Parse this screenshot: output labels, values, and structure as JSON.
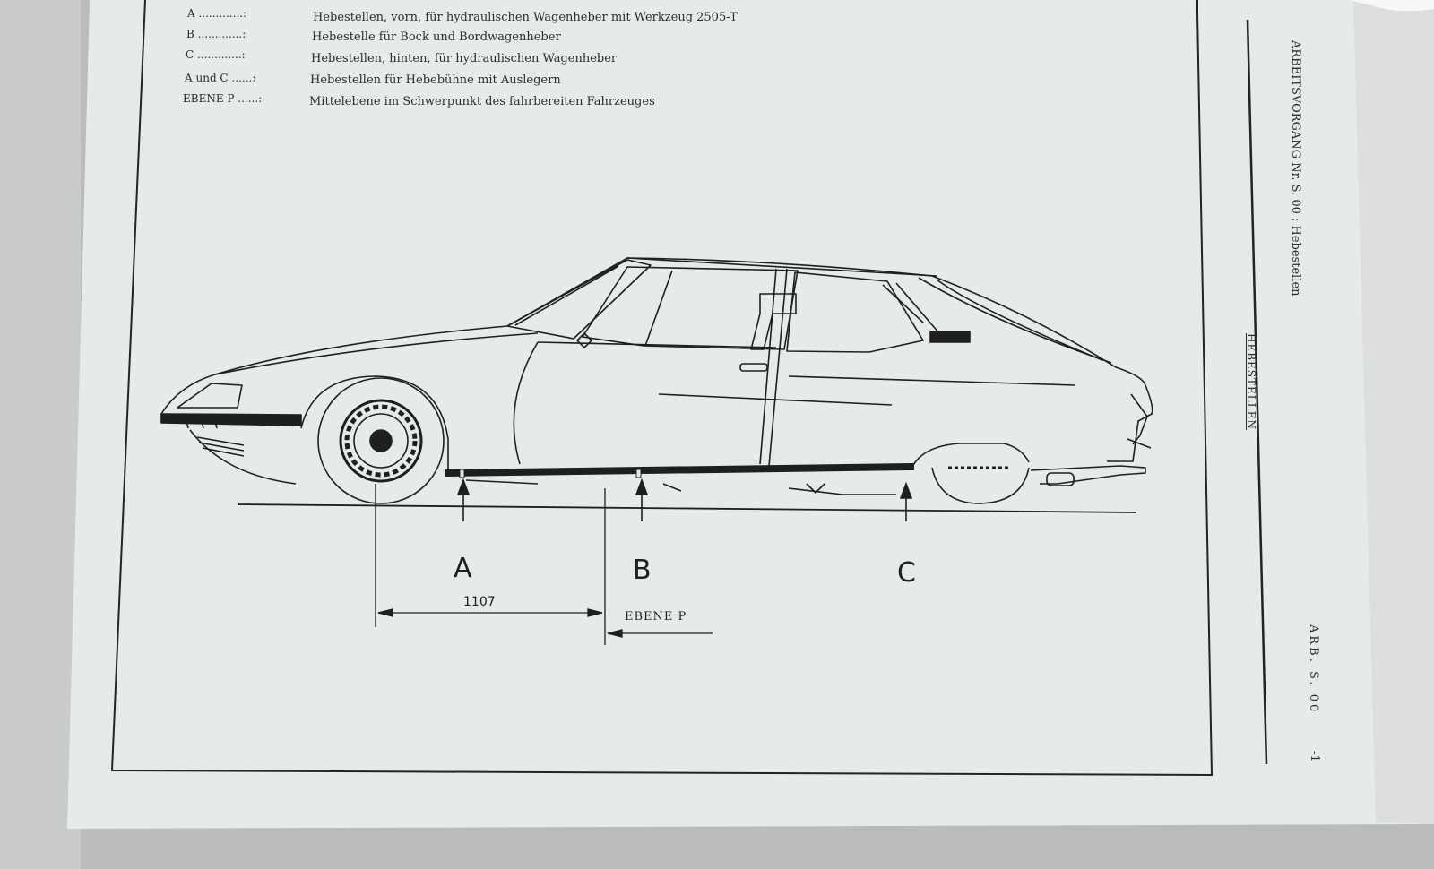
{
  "legend": [
    {
      "key": "A .............:",
      "text": "Hebestellen, vorn, für hydraulischen Wagenheber mit Werkzeug 2505-T"
    },
    {
      "key": "B .............:",
      "text": "Hebestelle für Bock und Bordwagenheber"
    },
    {
      "key": "C .............:",
      "text": "Hebestellen, hinten, für hydraulischen Wagenheber"
    },
    {
      "key": "A und C ......:",
      "text": "Hebestellen für Hebebühne mit Auslegern"
    },
    {
      "key": "EBENE P ......:",
      "text": "Mittelebene im Schwerpunkt des fahrbereiten Fahrzeuges"
    }
  ],
  "side": {
    "header": "ARBEITSVORGANG Nr. S. 00 : Hebestellen",
    "section": "HEBESTELLEN",
    "ref": "ARB. S. 00",
    "page": "-1"
  },
  "diagram": {
    "point_a": "A",
    "point_b": "B",
    "point_c": "C",
    "dimension": "1107",
    "plane": "EBENE  P"
  },
  "colors": {
    "paper": "#e8ecea",
    "ink": "#1e201f",
    "background": "#b9bcba"
  }
}
